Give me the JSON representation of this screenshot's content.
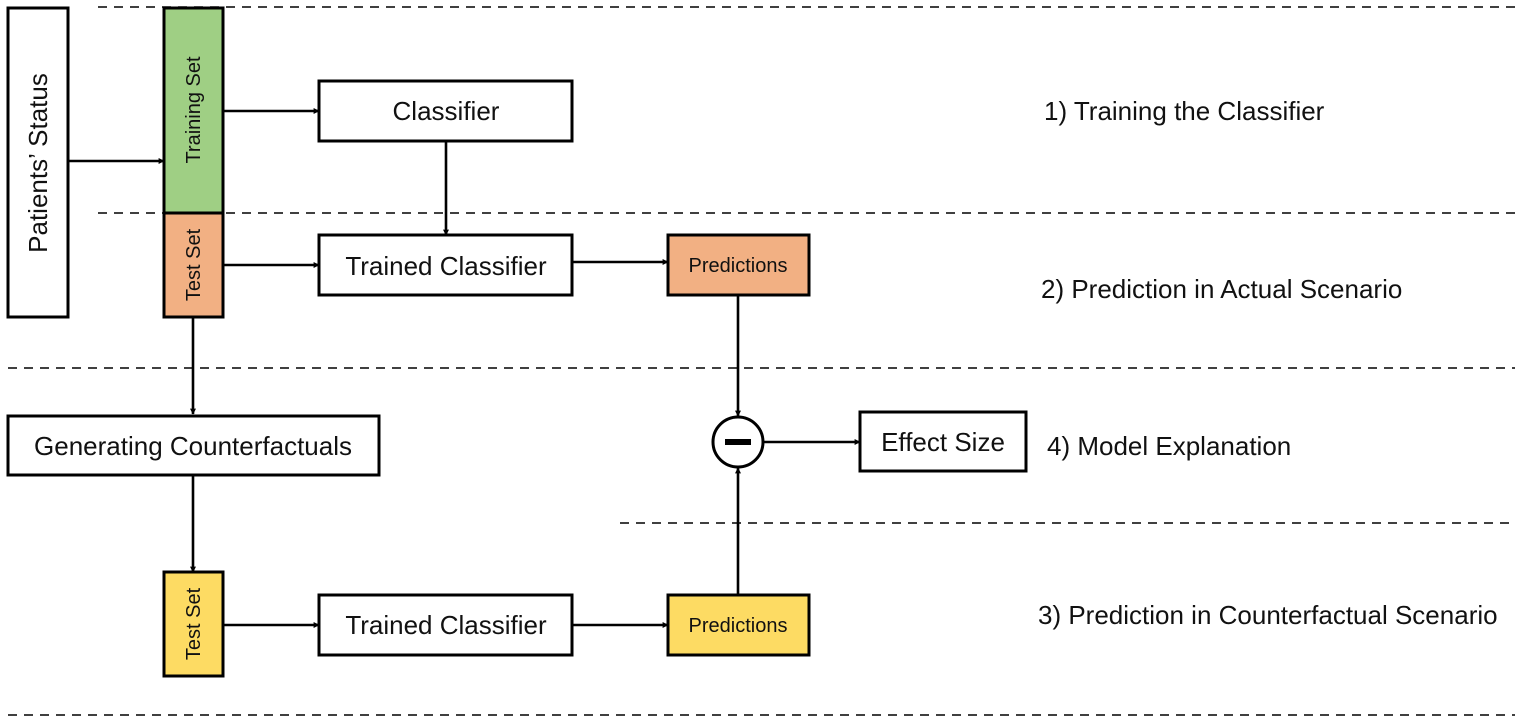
{
  "colors": {
    "training_set": "#9fcf84",
    "test_set_actual": "#f2b083",
    "test_set_counterfactual": "#fddb63",
    "predictions_actual": "#f2b083",
    "predictions_counterfactual": "#fddb63"
  },
  "nodes": {
    "patients_status": "Patients’ Status",
    "training_set": "Training Set",
    "test_set_actual": "Test Set",
    "classifier": "Classifier",
    "trained_classifier_actual": "Trained Classifier",
    "predictions_actual": "Predictions",
    "generating_counterfactuals": "Generating Counterfactuals",
    "minus_operator": "−",
    "effect_size": "Effect Size",
    "test_set_counterfactual": "Test Set",
    "trained_classifier_counterfactual": "Trained Classifier",
    "predictions_counterfactual": "Predictions"
  },
  "stages": {
    "stage_1": "1) Training the Classifier",
    "stage_2": "2) Prediction in Actual Scenario",
    "stage_3": "3) Prediction in Counterfactual Scenario",
    "stage_4": "4) Model Explanation"
  },
  "icons": {
    "minus_operator": "minus-circle-icon",
    "arrowhead": "arrowhead-icon"
  }
}
